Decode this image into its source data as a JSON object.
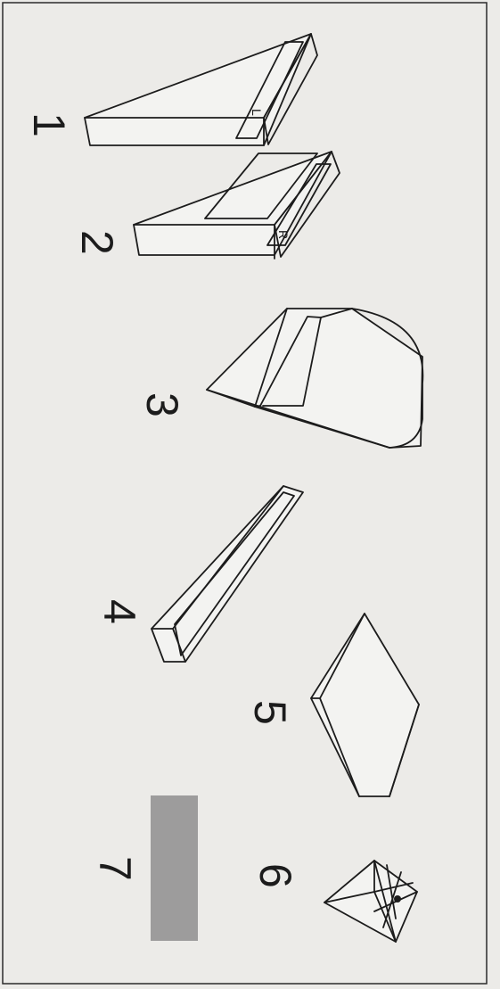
{
  "parts": [
    {
      "number": "1",
      "mark": "L"
    },
    {
      "number": "2",
      "mark": "R"
    },
    {
      "number": "3"
    },
    {
      "number": "4"
    },
    {
      "number": "5"
    },
    {
      "number": "6"
    },
    {
      "number": "7"
    }
  ],
  "colors": {
    "paper": "#ecebe8",
    "ink": "#1c1c1c",
    "part7_fill": "#9d9c9c"
  }
}
